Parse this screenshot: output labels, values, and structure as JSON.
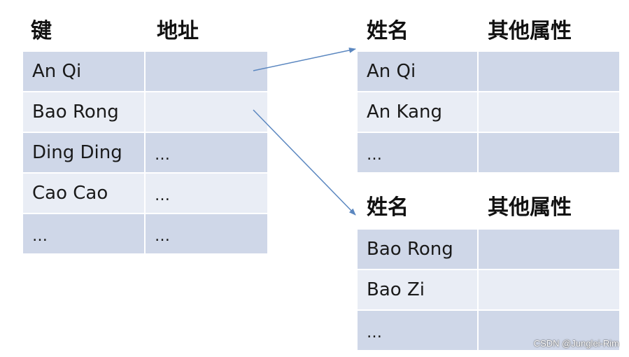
{
  "key_table": {
    "headers": [
      "键",
      "地址"
    ],
    "rows": [
      {
        "key": "An Qi",
        "address": ""
      },
      {
        "key": "Bao Rong",
        "address": ""
      },
      {
        "key": "Ding Ding",
        "address": "…"
      },
      {
        "key": "Cao Cao",
        "address": "…"
      },
      {
        "key": "…",
        "address": "…"
      }
    ]
  },
  "record_table_1": {
    "headers": [
      "姓名",
      "其他属性"
    ],
    "rows": [
      {
        "name": "An Qi",
        "attrs": ""
      },
      {
        "name": "An Kang",
        "attrs": ""
      },
      {
        "name": "…",
        "attrs": ""
      }
    ]
  },
  "record_table_2": {
    "headers": [
      "姓名",
      "其他属性"
    ],
    "rows": [
      {
        "name": "Bao Rong",
        "attrs": ""
      },
      {
        "name": "Bao Zi",
        "attrs": ""
      },
      {
        "name": "…",
        "attrs": ""
      }
    ]
  },
  "arrow_color": "#5b87c0",
  "watermark": "CSDN @Junglei-Rim"
}
